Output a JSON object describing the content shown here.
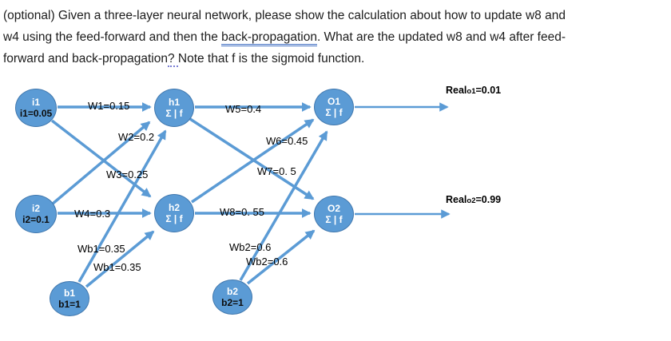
{
  "question": {
    "line1": "(optional) Given a three-layer neural network, please show the calculation about how to update w8 and",
    "line2_pre": "w4 using the feed-forward and then the ",
    "line2_underlined": "back-propagation",
    "line2_post": ". What are the updated w8 and w4 after feed-",
    "line3_pre": "forward and back-propagation",
    "line3_dotted": "? ",
    "line3_post": "Note that f is the sigmoid function."
  },
  "network": {
    "nodes": [
      {
        "id": "i1",
        "name": "i1",
        "value": "i1=0.05"
      },
      {
        "id": "i2",
        "name": "i2",
        "value": "i2=0.1"
      },
      {
        "id": "h1",
        "name": "h1",
        "value": "Σ | f"
      },
      {
        "id": "h2",
        "name": "h2",
        "value": "Σ | f"
      },
      {
        "id": "O1",
        "name": "O1",
        "value": "Σ | f"
      },
      {
        "id": "O2",
        "name": "O2",
        "value": "Σ | f"
      },
      {
        "id": "b1",
        "name": "b1",
        "value": "b1=1"
      },
      {
        "id": "b2",
        "name": "b2",
        "value": "b2=1"
      }
    ],
    "weights": [
      {
        "id": "w1",
        "label": "W1=0.15"
      },
      {
        "id": "w2",
        "label": "W2=0.2"
      },
      {
        "id": "w3",
        "label": "W3=0.25"
      },
      {
        "id": "w4",
        "label": "W4=0.3"
      },
      {
        "id": "w5",
        "label": "W5=0.4"
      },
      {
        "id": "w6",
        "label": "W6=0.45"
      },
      {
        "id": "w7",
        "label": "W7=0. 5"
      },
      {
        "id": "w8",
        "label": "W8=0. 55"
      },
      {
        "id": "wb1a",
        "label": "Wb1=0.35"
      },
      {
        "id": "wb1b",
        "label": "Wb1=0.35"
      },
      {
        "id": "wb2a",
        "label": "Wb2=0.6"
      },
      {
        "id": "wb2b",
        "label": "Wb2=0.6"
      }
    ],
    "targets": [
      {
        "id": "realo1",
        "prefix": "Real",
        "sub": "o1",
        "value": "=0.01"
      },
      {
        "id": "realo2",
        "prefix": "Real",
        "sub": "o2",
        "value": "=0.99"
      }
    ],
    "colors": {
      "node_fill": "#5B9BD5",
      "node_border": "#4178ae",
      "arrow": "#5B9BD5",
      "grammar_underline": "#4472C4",
      "text": "#1c1c1c"
    }
  }
}
